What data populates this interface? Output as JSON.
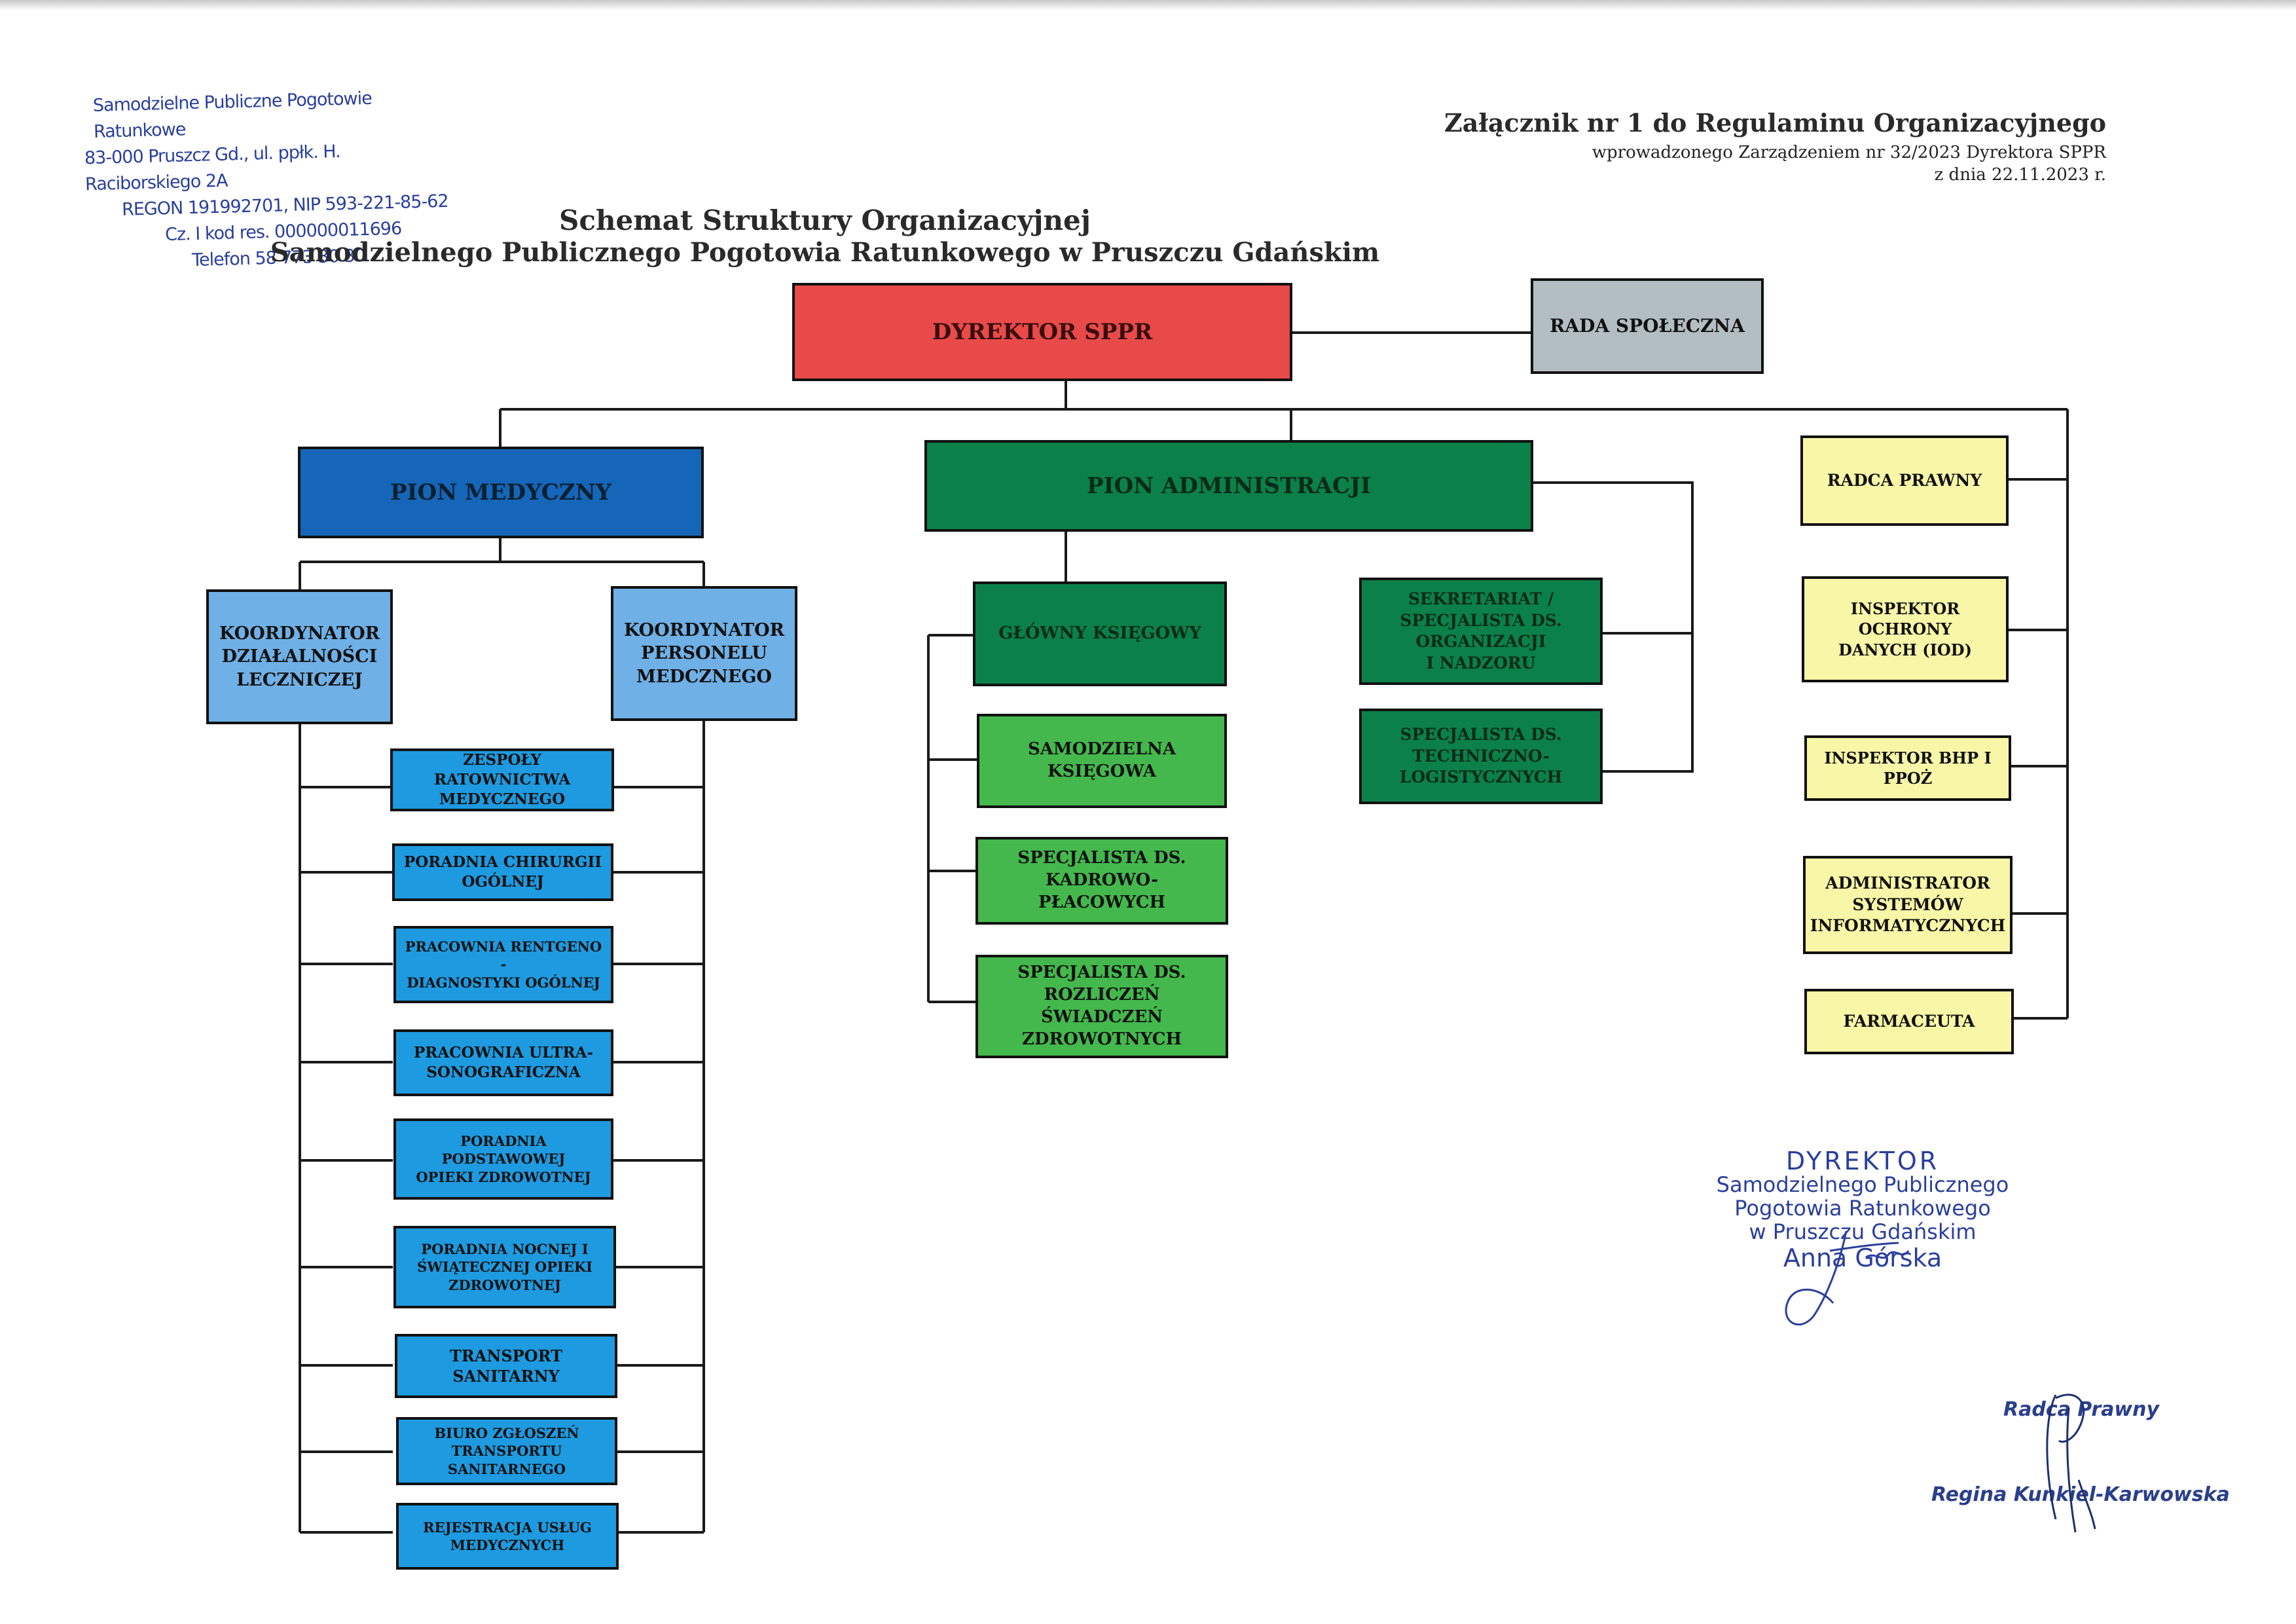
{
  "header": {
    "annex_title": "Załącznik nr 1 do Regulaminu Organizacyjnego",
    "annex_line2": "wprowadzonego Zarządzeniem  nr 32/2023 Dyrektora SPPR",
    "annex_line3": "z dnia 22.11.2023 r.",
    "title_line1": "Schemat Struktury Organizacyjnej",
    "title_line2": "Samodzielnego Publicznego Pogotowia Ratunkowego w Pruszczu Gdańskim"
  },
  "institution_stamp": {
    "line1": "Samodzielne Publiczne Pogotowie Ratunkowe",
    "line2": "83-000 Pruszcz Gd., ul. ppłk. H. Raciborskiego 2A",
    "line3": "REGON 191992701, NIP 593-221-85-62",
    "line4": "Cz. I kod res. 000000011696",
    "line5": "Telefon 58 773 30 30"
  },
  "top": {
    "director": "DYREKTOR SPPR",
    "council": "RADA SPOŁECZNA"
  },
  "medical": {
    "head": "PION MEDYCZNY",
    "coord_left": "KOORDYNATOR\nDZIAŁALNOŚCI\nLECZNICZEJ",
    "coord_right": "KOORDYNATOR\nPERSONELU\nMEDCZNEGO",
    "units": [
      "ZESPOŁY RATOWNICTWA\nMEDYCZNEGO",
      "PORADNIA CHIRURGII\nOGÓLNEJ",
      "PRACOWNIA RENTGENO -\nDIAGNOSTYKI OGÓLNEJ",
      "PRACOWNIA ULTRA-\nSONOGRAFICZNA",
      "PORADNIA PODSTAWOWEJ\nOPIEKI ZDROWOTNEJ",
      "PORADNIA NOCNEJ I\nŚWIĄTECZNEJ OPIEKI\nZDROWOTNEJ",
      "TRANSPORT SANITARNY",
      "BIURO ZGŁOSZEŃ\nTRANSPORTU\nSANITARNEGO",
      "REJESTRACJA USŁUG\nMEDYCZNYCH"
    ]
  },
  "admin": {
    "head": "PION ADMINISTRACJI",
    "chief_accountant": "GŁÓWNY KSIĘGOWY",
    "finance_units": [
      "SAMODZIELNA KSIĘGOWA",
      "SPECJALISTA DS.\nKADROWO-PŁACOWYCH",
      "SPECJALISTA DS.\nROZLICZEŃ ŚWIADCZEŃ\nZDROWOTNYCH"
    ],
    "secretariat": "SEKRETARIAT /\nSPECJALISTA DS.\nORGANIZACJI\nI NADZORU",
    "technical": "SPECJALISTA DS.\nTECHNICZNO-\nLOGISTYCZNYCH"
  },
  "independent": [
    "RADCA PRAWNY",
    "INSPEKTOR OCHRONY\nDANYCH (IOD)",
    "INSPEKTOR BHP I PPOŻ",
    "ADMINISTRATOR\nSYSTEMÓW\nINFORMATYCZNYCH",
    "FARMACEUTA"
  ],
  "director_stamp": {
    "line1": "DYREKTOR",
    "line2": "Samodzielnego Publicznego",
    "line3": "Pogotowia Ratunkowego",
    "line4": "w Pruszczu Gdańskim",
    "line5": "Anna Górska"
  },
  "legal_stamp": {
    "line1": "Radca Prawny",
    "line2": "Regina Kunkiel-Karwowska"
  },
  "colors": {
    "director": "#e84a4a",
    "council": "#b3bec2",
    "medical_dark": "#1565b8",
    "medical_light": "#6fb0e6",
    "medical_unit": "#1e9ae0",
    "admin_dark": "#0b8048",
    "admin_light": "#44b84c",
    "independent": "#f8f7a8",
    "stamp": "#2a3f9c"
  }
}
